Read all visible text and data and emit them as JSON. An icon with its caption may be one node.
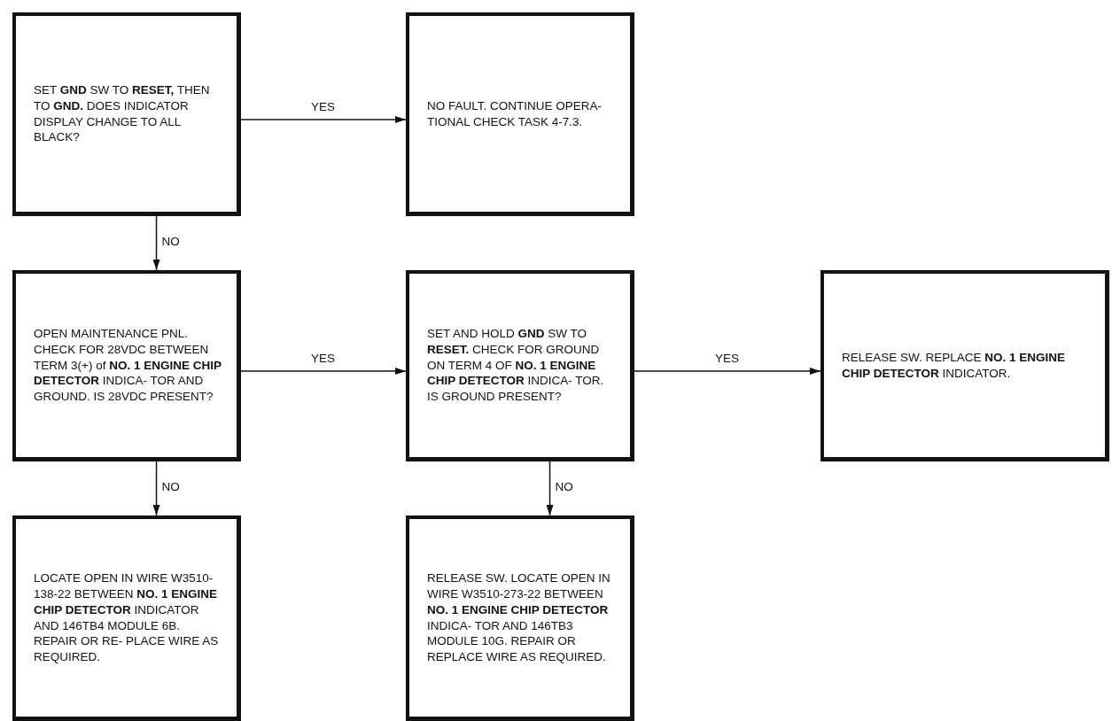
{
  "diagram": {
    "nodes": [
      {
        "text": [
          "SET **GND** SW TO **RESET,** THEN TO **GND.** DOES INDICATOR DISPLAY CHANGE TO ALL BLACK?"
        ]
      },
      {
        "text": [
          "NO FAULT. CONTINUE OPERA- TIONAL CHECK TASK 4-7.3."
        ]
      },
      {
        "text": [
          "OPEN MAINTENANCE PNL. CHECK FOR 28VDC BETWEEN TERM 3(+) of **NO. 1 ENGINE CHIP DETECTOR** INDICA- TOR AND GROUND. IS 28VDC PRESENT?"
        ]
      },
      {
        "text": [
          "SET AND HOLD **GND** SW TO **RESET.** CHECK FOR GROUND ON TERM 4 OF **NO. 1 ENGINE CHIP DETECTOR** INDICA- TOR. IS GROUND PRESENT?"
        ]
      },
      {
        "text": [
          "RELEASE SW. REPLACE **NO. 1 ENGINE CHIP DETECTOR** INDICATOR."
        ]
      },
      {
        "text": [
          "LOCATE OPEN IN WIRE W3510- 138-22 BETWEEN **NO. 1 ENGINE CHIP DETECTOR** INDICATOR AND 146TB4 MODULE 6B. REPAIR OR RE- PLACE WIRE AS REQUIRED."
        ]
      },
      {
        "text": [
          "RELEASE SW. LOCATE OPEN IN WIRE W3510-273-22 BETWEEN **NO. 1 ENGINE CHIP DETECTOR** INDICA- TOR AND 146TB3 MODULE 10G. REPAIR OR REPLACE WIRE AS REQUIRED."
        ]
      }
    ],
    "edges": [
      {
        "from": 0,
        "to": 1,
        "arrow": "to",
        "label": "YES"
      },
      {
        "from": 0,
        "to": 2,
        "arrow": "to",
        "label": "NO"
      },
      {
        "from": 2,
        "to": 3,
        "arrow": "to",
        "label": "YES"
      },
      {
        "from": 3,
        "to": 4,
        "arrow": "to",
        "label": "YES"
      },
      {
        "from": 2,
        "to": 5,
        "arrow": "to",
        "label": "NO"
      },
      {
        "from": 3,
        "to": 6,
        "arrow": "to",
        "label": "NO"
      }
    ]
  }
}
